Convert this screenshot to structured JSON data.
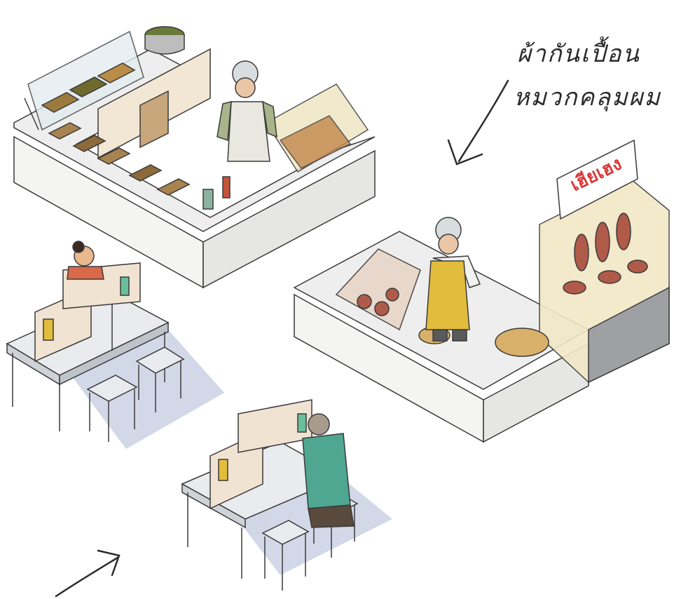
{
  "annotations": {
    "apron": "ผ้ากันเปื้อน",
    "hair_cap": "หมวกคลุมผม"
  },
  "signs": {
    "meat_stall_logo": "เฮียเฮง"
  },
  "colors": {
    "counter_top": "#eeeeee",
    "counter_side": "#f4f4f2",
    "shadow": "#aeb8d6",
    "apron_yellow": "#e2bc3c",
    "shirt_green": "#4fa792",
    "sign_red": "#d93a3a",
    "meat_red": "#b05a4a",
    "ink": "#3a3a3a"
  }
}
